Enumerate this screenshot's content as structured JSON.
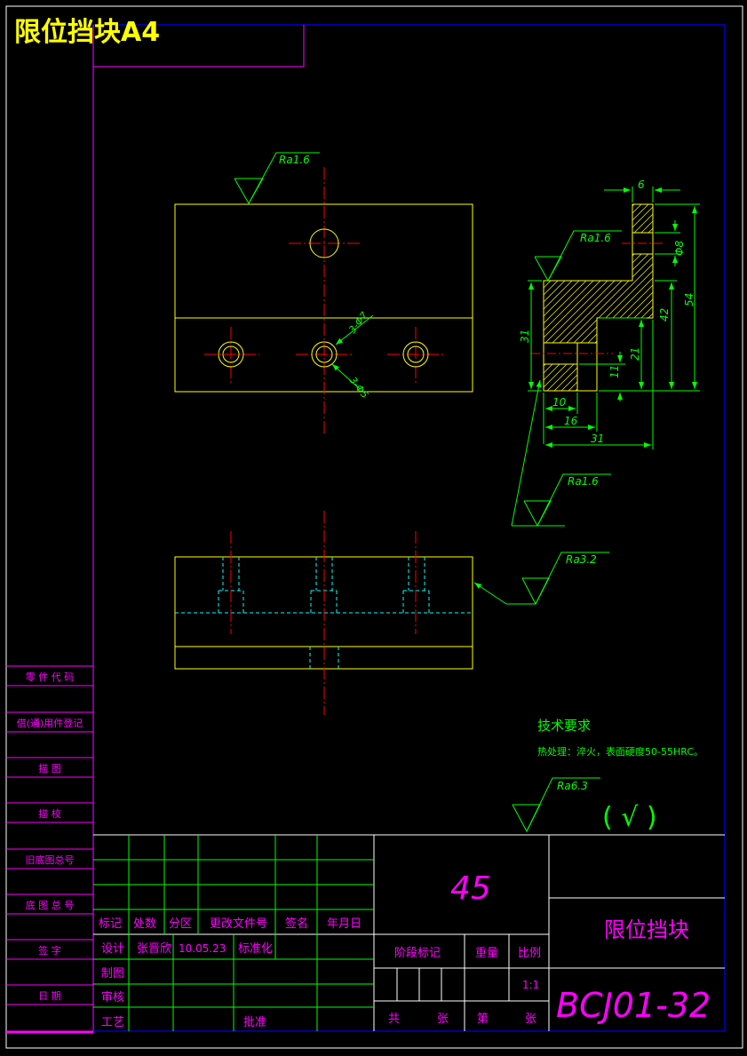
{
  "banner": {
    "title": "限位挡块A4"
  },
  "side_labels": [
    "零 件 代 码",
    "借(通)用件登记",
    "描  图",
    "描  校",
    "旧底图总号",
    "底 图 总 号",
    "签  字",
    "日  期"
  ],
  "roughness": {
    "top_view": "Ra1.6",
    "section_top": "Ra1.6",
    "section_bottom": "Ra1.6",
    "front_view": "Ra3.2",
    "general": "Ra6.3"
  },
  "general_mark": "( √ )",
  "hole_notes": {
    "large": "3-Φ7",
    "small": "3-Φ5"
  },
  "dimensions": {
    "d6": "6",
    "d8": "Φ8",
    "d54": "54",
    "d42": "42",
    "d21": "21",
    "d11": "11",
    "d31v": "31",
    "d10": "10",
    "d16": "16",
    "d31h": "31"
  },
  "tech_requirements": {
    "heading": "技术要求",
    "item": "热处理：淬火，表面硬度50-55HRC。"
  },
  "title_block": {
    "material": "45",
    "part_name": "限位挡块",
    "drawing_no": "BCJ01-32",
    "header_row": [
      "标记",
      "处数",
      "分区",
      "更改文件号",
      "签名",
      "年月日"
    ],
    "design_label": "设计",
    "designer": "张晋欣",
    "date": "10.05.23",
    "standardize_label": "标准化",
    "draw_label": "制图",
    "check_label": "审核",
    "process_label": "工艺",
    "approve_label": "批准",
    "stage_label": "阶段标记",
    "weight_label": "重量",
    "scale_label": "比例",
    "scale_value": "1:1",
    "total_label": "共",
    "sheets_label": "张",
    "sheet_no_label": "第",
    "sheet_label": "张"
  },
  "colors": {
    "outline": "#ffff00",
    "center": "#ff0000",
    "hidden": "#00ffff",
    "dimension": "#00ff00",
    "frame": "#0000ff",
    "magenta": "#ff00ff"
  }
}
